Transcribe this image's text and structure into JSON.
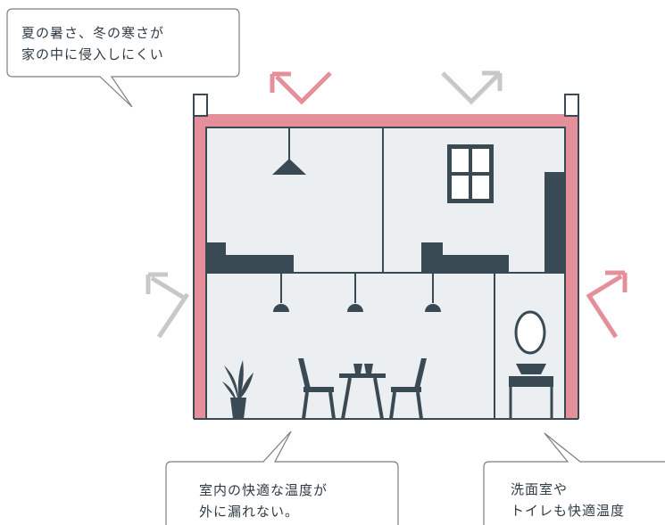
{
  "callouts": {
    "top": {
      "line1": "夏の暑さ、冬の寒さが",
      "line2": "家の中に侵入しにくい"
    },
    "bottom_left": {
      "line1": "室内の快適な温度が",
      "line2": "外に漏れない。"
    },
    "bottom_right": {
      "line1": "洗面室や",
      "line2": "トイレも快適温度"
    }
  },
  "colors": {
    "insulation": "#e58f9b",
    "structure": "#3a4a54",
    "interior": "#eceff2",
    "arrow_gray": "#c8c8c8",
    "arrow_pink": "#e58f9b",
    "callout_border": "#7e7e7e",
    "text": "#2f3b44"
  },
  "icons": {
    "top_left": "arrow-out-up-left",
    "top_right": "arrow-out-up-right",
    "left": "arrow-out-left",
    "right": "arrow-out-right"
  }
}
